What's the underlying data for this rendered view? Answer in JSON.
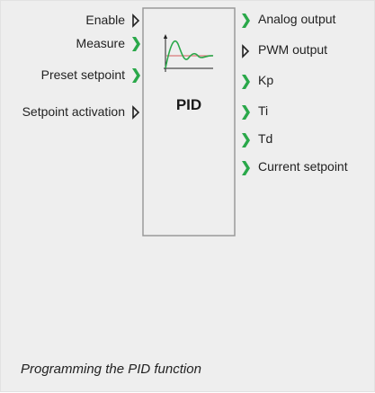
{
  "block": {
    "name": "PID"
  },
  "inputs": [
    {
      "label": "Enable",
      "pin": "black"
    },
    {
      "label": "Measure",
      "pin": "green"
    },
    {
      "label": "Preset setpoint",
      "pin": "green"
    },
    {
      "label": "Setpoint activation",
      "pin": "black"
    }
  ],
  "outputs": [
    {
      "label": "Analog output",
      "pin": "green"
    },
    {
      "label": "PWM output",
      "pin": "black"
    },
    {
      "label": "Kp",
      "pin": "green"
    },
    {
      "label": "Ti",
      "pin": "green"
    },
    {
      "label": "Td",
      "pin": "green"
    },
    {
      "label": "Current setpoint",
      "pin": "green"
    }
  ],
  "caption": "Programming the PID function",
  "colors": {
    "background": "#eeeeee",
    "block_fill": "#eeeeee",
    "block_border": "#9a9a9a",
    "green_pin": "#2aa84a",
    "black_pin": "#222222",
    "response_curve": "#2aa84a",
    "setpoint_line": "#d97a7a"
  },
  "icons": {
    "pin_green": "chevron-green",
    "pin_black": "chevron-outline",
    "graph": "step-response-graph"
  }
}
